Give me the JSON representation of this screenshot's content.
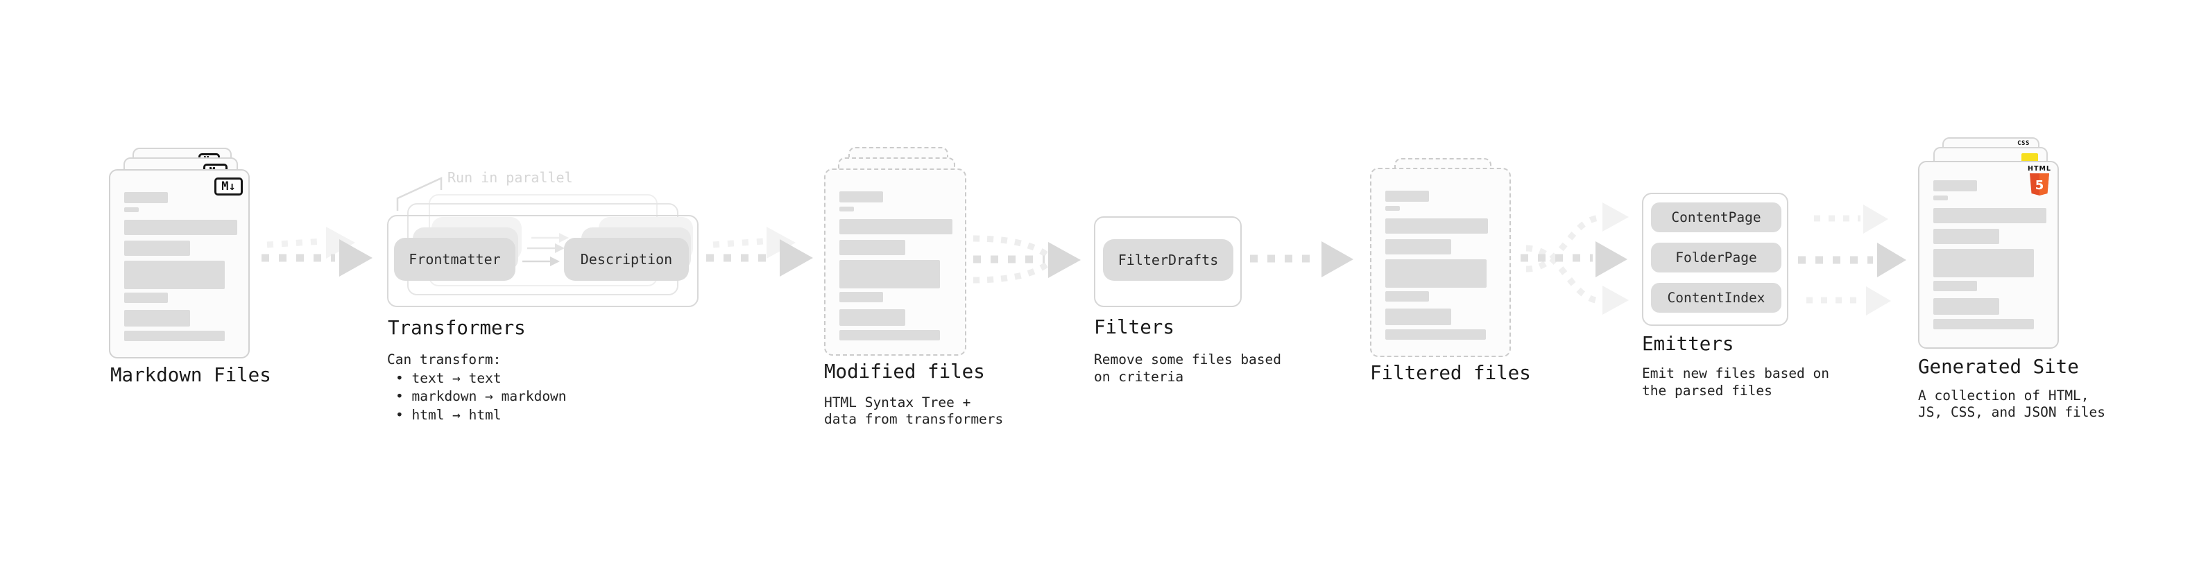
{
  "markdown": {
    "title": "Markdown Files",
    "badge": "M↓"
  },
  "transformers": {
    "title": "Transformers",
    "annotation": "Run in parallel",
    "pill_frontmatter": "Frontmatter",
    "pill_description": "Description",
    "intro": "Can transform:",
    "bullet_1": "• text → text",
    "bullet_2": "• markdown → markdown",
    "bullet_3": "• html → html"
  },
  "modified_files": {
    "title": "Modified files",
    "subtitle_1": "HTML Syntax Tree +",
    "subtitle_2": "data from transformers"
  },
  "filters": {
    "title": "Filters",
    "pill_filterdrafts": "FilterDrafts",
    "subtitle_1": "Remove some files based",
    "subtitle_2": "on criteria"
  },
  "filtered_files": {
    "title": "Filtered files"
  },
  "emitters": {
    "title": "Emitters",
    "pill_contentpage": "ContentPage",
    "pill_folderpage": "FolderPage",
    "pill_contentindex": "ContentIndex",
    "subtitle_1": "Emit new files based on",
    "subtitle_2": "the parsed files"
  },
  "generated_site": {
    "title": "Generated Site",
    "subtitle_1": "A collection of HTML,",
    "subtitle_2": "JS, CSS, and JSON files",
    "css_badge": "CSS",
    "html_badge_label": "HTML",
    "html_badge_number": "5"
  },
  "colors": {
    "html5_orange": "#e44d26",
    "html5_orange_light": "#f16529",
    "js_yellow": "#f7df1e",
    "css_blue": "#2965f1",
    "arrow_gray": "#dbdbdb",
    "annotation_gray": "#d6d6d6"
  }
}
